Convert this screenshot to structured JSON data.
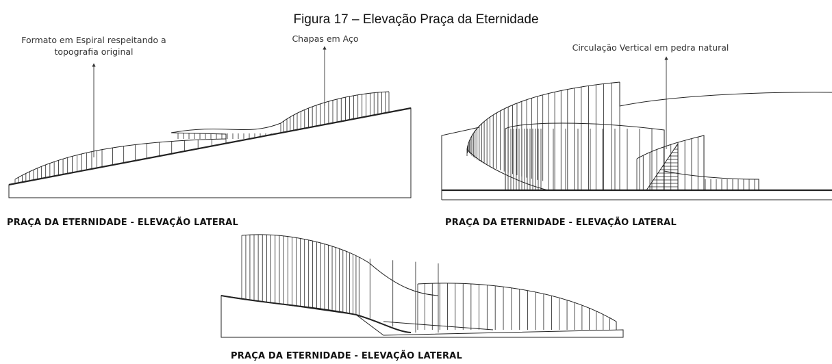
{
  "figure": {
    "title": "Figura 17 – Elevação Praça da Eternidade"
  },
  "panels": [
    {
      "caption": "PRAÇA DA ETERNIDADE - ELEVAÇÃO LATERAL",
      "annotations": [
        {
          "text": "Formato em Espiral respeitando a topografia original"
        },
        {
          "text": "Chapas em Aço"
        }
      ]
    },
    {
      "caption": "PRAÇA DA ETERNIDADE - ELEVAÇÃO LATERAL",
      "annotations": [
        {
          "text": "Circulação Vertical em pedra natural"
        }
      ]
    },
    {
      "caption": "PRAÇA DA ETERNIDADE - ELEVAÇÃO LATERAL",
      "annotations": []
    }
  ]
}
